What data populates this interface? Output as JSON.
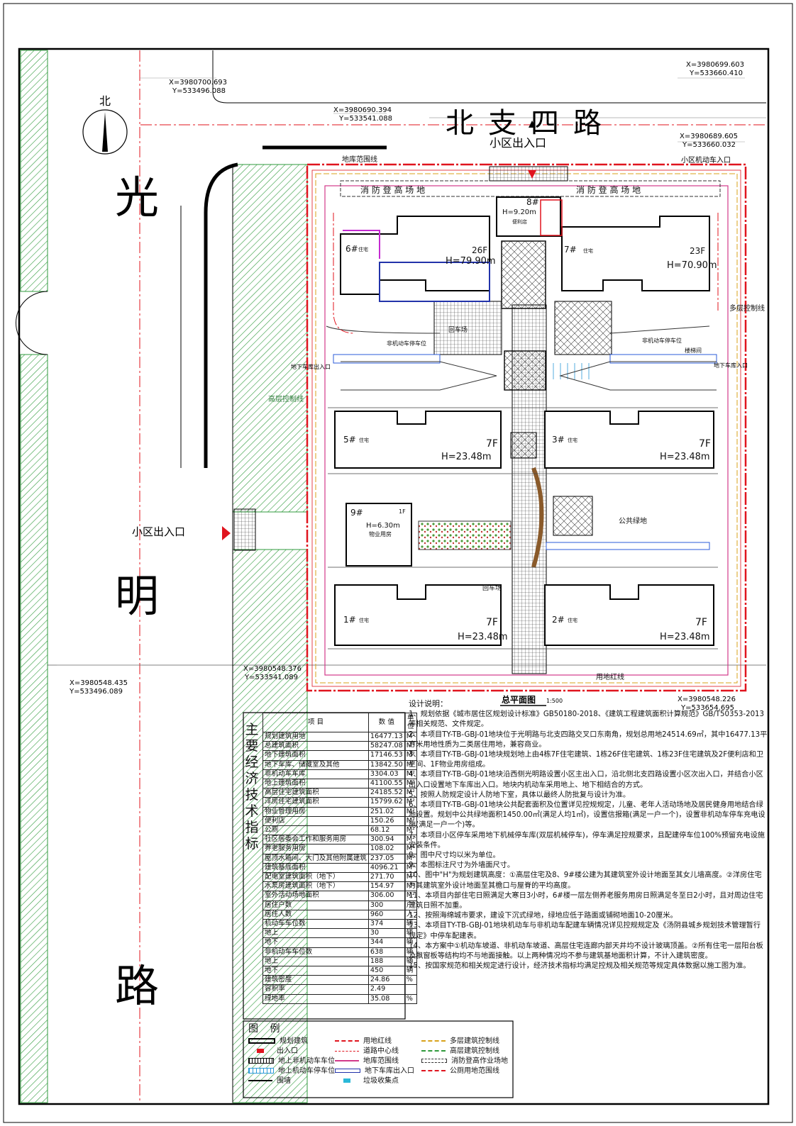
{
  "north_label": "北",
  "roads": {
    "north": "北支四路",
    "west_chars": [
      "光",
      "明",
      "路"
    ]
  },
  "entrances": {
    "north": "小区出入口",
    "west": "小区出入口",
    "vehicle": "小区机动车入口",
    "garage_left": "地下车库出入口",
    "garage_right": "地下车库入口"
  },
  "coords": [
    {
      "x": "X=3980700.693",
      "y": "Y=533496.088"
    },
    {
      "x": "X=3980690.394",
      "y": "Y=533541.088"
    },
    {
      "x": "X=3980699.603",
      "y": "Y=533660.410"
    },
    {
      "x": "X=3980689.605",
      "y": "Y=533660.032"
    },
    {
      "x": "X=3980548.435",
      "y": "Y=533496.089"
    },
    {
      "x": "X=3980548.376",
      "y": "Y=533541.089"
    },
    {
      "x": "X=3980548.226",
      "y": "Y=533654.695"
    }
  ],
  "site_labels": {
    "garage_line": "地库范围线",
    "fire_area": "消 防 登 高 场 地",
    "high_control": "高层控制线",
    "multi_control": "多层控制线",
    "boundary": "用地红线",
    "bike_parking": "非机动车停车位",
    "turn_area": "回车场",
    "public_green": "公共绿地",
    "stair": "楼梯间"
  },
  "buildings": [
    {
      "id": "8#",
      "h": "H=9.20m",
      "floors": "",
      "note": "便利店"
    },
    {
      "id": "6#",
      "h": "H=79.90m",
      "floors": "26F",
      "note": "住宅"
    },
    {
      "id": "7#",
      "h": "H=70.90m",
      "floors": "23F",
      "note": "住宅"
    },
    {
      "id": "5#",
      "h": "H=23.48m",
      "floors": "7F",
      "note": "住宅"
    },
    {
      "id": "3#",
      "h": "H=23.48m",
      "floors": "7F",
      "note": "住宅"
    },
    {
      "id": "9#",
      "h": "H=6.30m",
      "floors": "1F",
      "note": "物业用房"
    },
    {
      "id": "1#",
      "h": "H=23.48m",
      "floors": "7F",
      "note": "住宅"
    },
    {
      "id": "2#",
      "h": "H=23.48m",
      "floors": "7F",
      "note": "住宅"
    }
  ],
  "plan_title": "总平面图",
  "plan_scale": "1:500",
  "econ": {
    "title": "主要经济技术指标",
    "headers": [
      "项 目",
      "数 值",
      "单 位"
    ],
    "rows": [
      {
        "name": "规划建筑用地",
        "value": "16477.13",
        "unit": "M²"
      },
      {
        "name": "总建筑面积",
        "value": "58247.08",
        "unit": "M²"
      },
      {
        "name": "地下建筑面积",
        "value": "17146.53",
        "unit": "M²"
      },
      {
        "name": "地下车库、储藏室及其他",
        "value": "13842.50",
        "unit": "M²"
      },
      {
        "name": "非机动车车库",
        "value": "3304.03",
        "unit": "M²"
      },
      {
        "name": "地上建筑面积",
        "value": "41100.55",
        "unit": "M²"
      },
      {
        "name": "高层住宅建筑面积",
        "value": "24185.52",
        "unit": "M²"
      },
      {
        "name": "洋房住宅建筑面积",
        "value": "15799.62",
        "unit": "M²"
      },
      {
        "name": "物业管理用房",
        "value": "251.02",
        "unit": "M²"
      },
      {
        "name": "便利店",
        "value": "150.26",
        "unit": "M²"
      },
      {
        "name": "公厕",
        "value": "68.12",
        "unit": "M²"
      },
      {
        "name": "社区居委会工作和服务用房",
        "value": "300.94",
        "unit": "M²"
      },
      {
        "name": "养老服务用房",
        "value": "108.02",
        "unit": "M²"
      },
      {
        "name": "屋顶水箱间、大门及其他附属建筑",
        "value": "237.05",
        "unit": "M²"
      },
      {
        "name": "建筑基底面积",
        "value": "4096.21",
        "unit": "M²"
      },
      {
        "name": "配电室建筑面积（地下）",
        "value": "271.70",
        "unit": "M²"
      },
      {
        "name": "水泵房建筑面积（地下）",
        "value": "154.97",
        "unit": "M²"
      },
      {
        "name": "室外活动场地面积",
        "value": "306.00",
        "unit": "M²"
      },
      {
        "name": "居住户数",
        "value": "300",
        "unit": "户"
      },
      {
        "name": "居住人数",
        "value": "960",
        "unit": "人"
      },
      {
        "name": "机动车车位数",
        "value": "374",
        "unit": "辆"
      },
      {
        "name": "地上",
        "value": "30",
        "unit": "辆"
      },
      {
        "name": "地下",
        "value": "344",
        "unit": "辆"
      },
      {
        "name": "非机动车车位数",
        "value": "638",
        "unit": "辆"
      },
      {
        "name": "地上",
        "value": "188",
        "unit": "辆"
      },
      {
        "name": "地下",
        "value": "450",
        "unit": "辆"
      },
      {
        "name": "建筑密度",
        "value": "24.86",
        "unit": "%"
      },
      {
        "name": "容积率",
        "value": "2.49",
        "unit": ""
      },
      {
        "name": "绿地率",
        "value": "35.08",
        "unit": "%"
      }
    ]
  },
  "notes": {
    "title": "设计说明：",
    "items": [
      "1、规划依据《城市居住区规划设计标准》GB50180-2018、《建筑工程建筑面积计算规范》GB/T50353-2013等相关规范、文件规定。",
      "2、本项目TY-TB-GBJ-01地块位于光明路与北支四路交叉口东南角，规划总用地24514.69㎡，其中16477.13平方米用地性质为二类居住用地，兼容商业。",
      "3、本项目TY-TB-GBJ-01地块规划地上由4栋7F住宅建筑、1栋26F住宅建筑、1栋23F住宅建筑及2F便利店和卫生间、1F物业用房组成。",
      "4、本项目TY-TB-GBJ-01地块沿西侧光明路设置小区主出入口，沿北侧北支四路设置小区次出入口，并结合小区出入口设置地下车库出入口。地块内机动车采用地上、地下相结合的方式。",
      "5、按照人防规定设计人防地下室，具体以最终人防批复与设计为准。",
      "6、本项目TY-TB-GBJ-01地块公共配套面积及位置详见控规规定，儿童、老年人活动场地及居民健身用地结合绿地设置。规划中公共绿地面积1450.00㎡(满足人均1㎡)，设置信报箱(满足一户一个)，设置非机动车停车充电设施(满足一户一个)等。",
      "7、本项目小区停车采用地下机械停车库(双层机械停车)，停车满足控规要求，且配建停车位100%预留充电设施安装条件。",
      "8、图中尺寸均以米为单位。",
      "9、本图标注尺寸为外墙面尺寸。",
      "10、图中\"H\"为规划建筑高度：①高层住宅及8、9#楼公建为其建筑室外设计地面至其女儿墙高度。②洋房住宅为其建筑室外设计地面至其檐口与屋脊的平均高度。",
      "11、本项目内部住宅日照满足大寒日3小时，6#楼一层左侧养老服务用房日照满足冬至日2小时，且对周边住宅建筑日照不加重。",
      "12、按照海绵城市要求，建设下沉式绿地，绿地应低于路面或铺砌地面10-20厘米。",
      "13、本项目TY-TB-GBJ-01地块机动车与非机动车配建车辆情况详见控规规定及《汤阴县城乡规划技术管理暂行规定》中停车配建表。",
      "14、本方案中①机动车坡道、非机动车坡道、高层住宅连廊内部天井均不设计玻璃顶盖。②所有住宅一层阳台板及飘窗板等结构均不与地面接触。以上两种情况均不参与建筑基地面积计算，不计入建筑密度。",
      "15、按国家规范和相关规定进行设计，经济技术指标均满足控规及相关规范等规定具体数据以施工图为准。"
    ]
  },
  "legend": {
    "title": "图 例",
    "items": [
      "规划建筑",
      "出入口",
      "地上非机动车车位",
      "地上机动车停车位",
      "围墙",
      "用地红线",
      "道路中心线",
      "地库范围线",
      "地下车库出入口",
      "垃圾收集点",
      "多层建筑控制线",
      "高层建筑控制线",
      "消防登高作业场地",
      "公厕用地范围线"
    ]
  },
  "colors": {
    "boundary": "#e0141e",
    "green": "#2f9a3c",
    "bike": "#2b5bd8",
    "garage": "#d23a8a",
    "yellow": "#d8a21a"
  }
}
